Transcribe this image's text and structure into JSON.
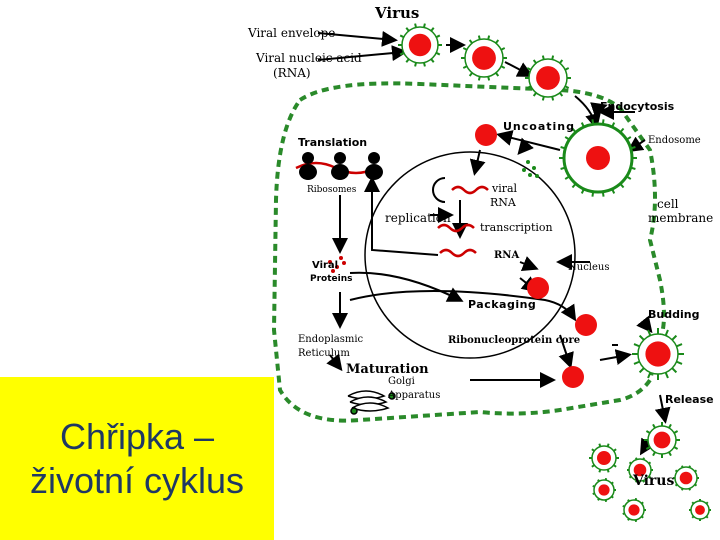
{
  "caption": {
    "line1": "Chřipka –",
    "line2": "životní cyklus"
  },
  "labels": {
    "virus_top": "Virus",
    "viral_envelope": "Viral envelope",
    "viral_nucleic_acid": "Viral nucleic acid",
    "rna_paren": "(RNA)",
    "endocytosis": "Endocytosis",
    "uncoating": "Uncoating",
    "endosome": "Endosome",
    "translation": "Translation",
    "ribosomes": "Ribosomes",
    "viral_rna_1": "viral",
    "viral_rna_2": "RNA",
    "replication": "replication",
    "transcription": "transcription",
    "rna": "RNA",
    "cell": "cell",
    "membrane": "membrane",
    "viral_proteins_1": "Viral",
    "viral_proteins_2": "Proteins",
    "nucleus": "Nucleus",
    "packaging": "Packaging",
    "budding": "Budding",
    "er_1": "Endoplasmic",
    "er_2": "Reticulum",
    "rnp_core": "Ribonucleoprotein core",
    "maturation": "Maturation",
    "golgi_1": "Golgi",
    "golgi_2": "Apparatus",
    "release": "Release",
    "virus_bottom": "Virus"
  },
  "colors": {
    "virion": "#ee1111",
    "spike": "#1a8a1a",
    "membrane": "#2a8a2a",
    "text": "#000000",
    "caption_bg": "#ffff00",
    "caption_text": "#1f3864"
  },
  "icons": [
    "virus-icon",
    "ribosome-icon",
    "golgi-icon"
  ]
}
